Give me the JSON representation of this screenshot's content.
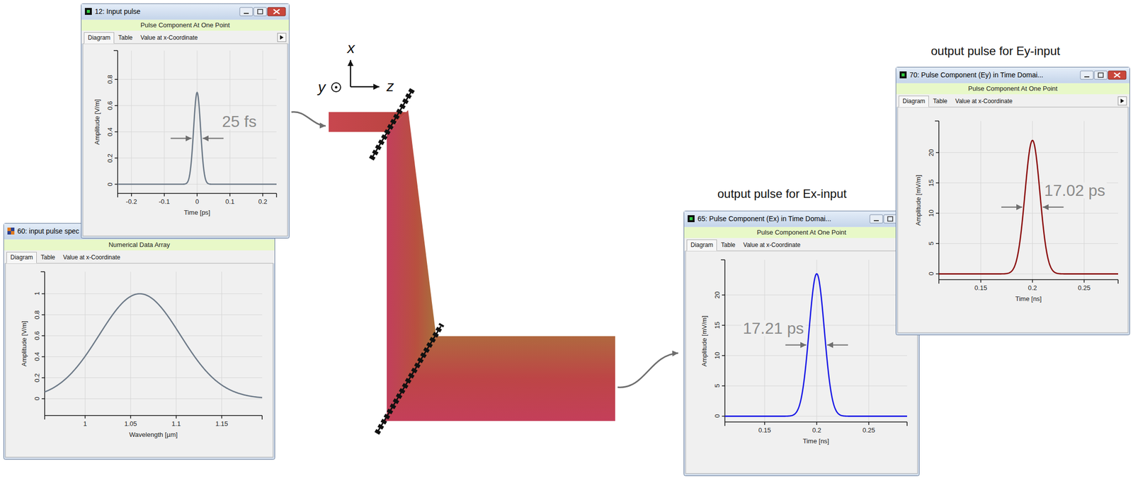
{
  "diagram": {
    "nodes": [
      {
        "text": [
          "12: Input pulse"
        ]
      },
      {
        "text": [
          "60: input pulse spec"
        ]
      },
      {
        "text": [
          "65: Pulse Component (Ex) in Time Domai...",
          "output pulse for Ex-input"
        ]
      },
      {
        "text": [
          "70: Pulse Component (Ey) in Time Domai...",
          "output pulse for Ey-input"
        ]
      }
    ],
    "labels": [
      "Pulse Component At One Point",
      "Diagram",
      "Table",
      "Value at x-Coordinate",
      "Amplitude [V/m]",
      "Time [ps]",
      "0",
      "0.2",
      "0.4",
      "0.6",
      "0.8",
      "-0.2",
      "-0.1",
      "0",
      "0.1",
      "0.2",
      "25 fs",
      "Numerical Data Array",
      "Diagram",
      "Table",
      "Value at x-Coordinate",
      "Amplitude [V/m]",
      "Wavelength [µm]",
      "0",
      "0.2",
      "0.4",
      "0.6",
      "0.8",
      "1",
      "1",
      "1.05",
      "1.1",
      "1.15",
      "Pulse Component At One Point",
      "Diagram",
      "Table",
      "Value at x-Coordinate",
      "Amplitude [mV/m]",
      "Time [ns]",
      "0",
      "5",
      "10",
      "15",
      "20",
      "0.15",
      "0.2",
      "0.25",
      "17.21 ps",
      "Pulse Component At One Point",
      "Diagram",
      "Table",
      "Value at x-Coordinate",
      "Amplitude [mV/m]",
      "Time [ns]",
      "0",
      "5",
      "10",
      "15",
      "20",
      "0.15",
      "0.2",
      "0.25",
      "17.02 ps",
      "x",
      "y",
      "z"
    ]
  }
}
